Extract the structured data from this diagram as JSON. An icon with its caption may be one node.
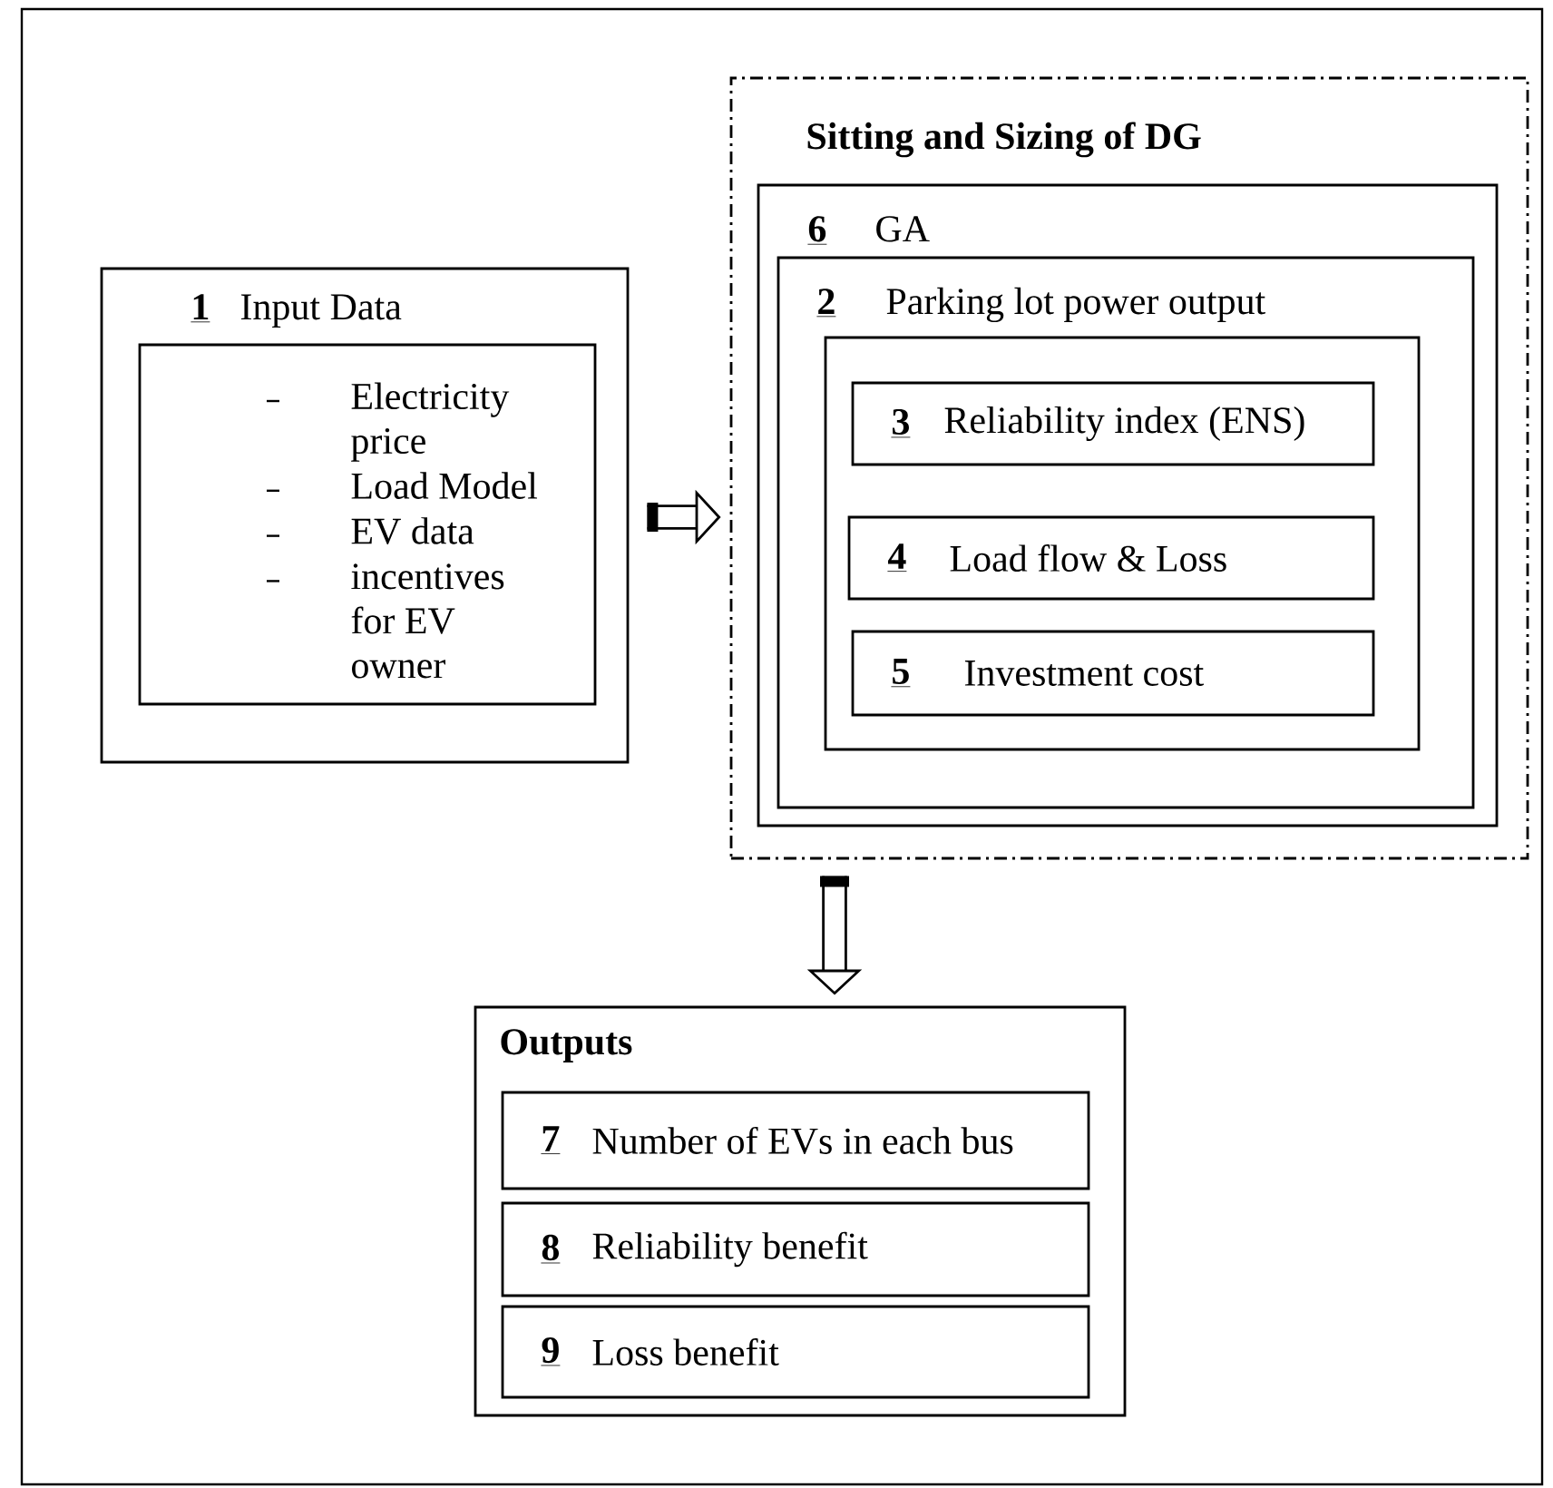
{
  "diagram": {
    "nodes": [
      {
        "text": [
          "1",
          "Input Data"
        ]
      },
      {
        "text": [
          "Electricity price",
          "Load Model",
          "EV data",
          "incentives for EV owner"
        ],
        "in": 0
      },
      {
        "text": [
          "Sitting and Sizing of DG"
        ]
      },
      {
        "text": [
          "6",
          "GA"
        ],
        "in": 2
      },
      {
        "text": [
          "2",
          "Parking lot power output"
        ],
        "in": 3
      },
      {
        "text": [],
        "shape": "box",
        "in": 4
      },
      {
        "text": [
          "3",
          "Reliability index (ENS)"
        ],
        "in": 5
      },
      {
        "text": [
          "4",
          "Load flow & Loss"
        ],
        "in": 5
      },
      {
        "text": [
          "5",
          "Investment cost"
        ],
        "in": 5
      },
      {
        "text": [
          "Outputs"
        ]
      },
      {
        "text": [
          "7",
          "Number of EVs in each bus"
        ],
        "in": 9
      },
      {
        "text": [
          "8",
          "Reliability benefit"
        ],
        "in": 9
      },
      {
        "text": [
          "9",
          "Loss benefit"
        ],
        "in": 9
      }
    ],
    "edges": [
      {
        "from": 0,
        "to": 2,
        "arrow": "to"
      },
      {
        "from": 2,
        "to": 9,
        "arrow": "to"
      }
    ]
  }
}
